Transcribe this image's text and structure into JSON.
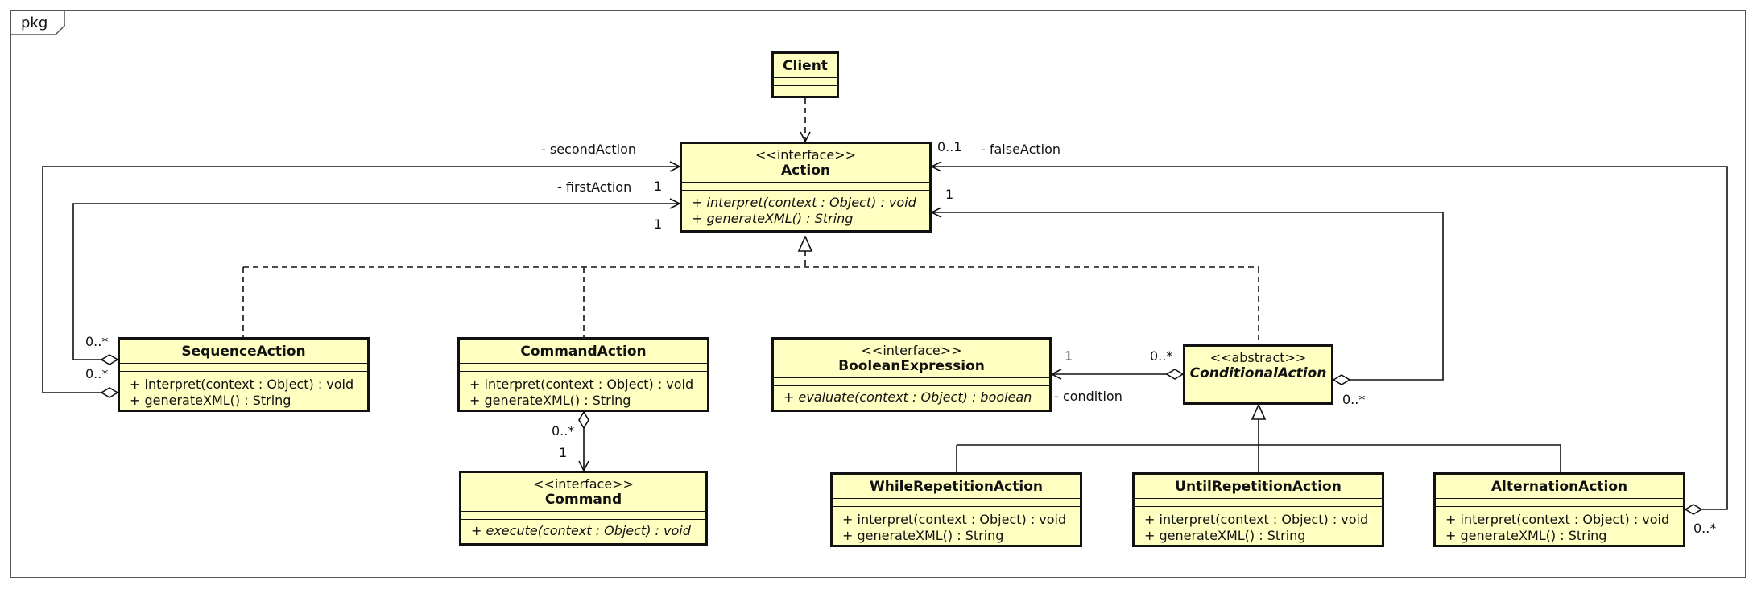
{
  "package": {
    "label": "pkg"
  },
  "classes": {
    "client": {
      "name": "Client"
    },
    "action": {
      "stereotype": "<<interface>>",
      "name": "Action",
      "ops": [
        "+ interpret(context : Object) : void",
        "+ generateXML() : String"
      ]
    },
    "sequence_action": {
      "name": "SequenceAction",
      "ops": [
        "+ interpret(context : Object) : void",
        "+ generateXML() : String"
      ]
    },
    "command_action": {
      "name": "CommandAction",
      "ops": [
        "+ interpret(context : Object) : void",
        "+ generateXML() : String"
      ]
    },
    "boolean_expression": {
      "stereotype": "<<interface>>",
      "name": "BooleanExpression",
      "ops": [
        "+ evaluate(context : Object) : boolean"
      ]
    },
    "conditional_action": {
      "stereotype": "<<abstract>>",
      "name": "ConditionalAction"
    },
    "command": {
      "stereotype": "<<interface>>",
      "name": "Command",
      "ops": [
        "+ execute(context : Object) : void"
      ]
    },
    "while_repetition_action": {
      "name": "WhileRepetitionAction",
      "ops": [
        "+ interpret(context : Object) : void",
        "+ generateXML() : String"
      ]
    },
    "until_repetition_action": {
      "name": "UntilRepetitionAction",
      "ops": [
        "+ interpret(context : Object) : void",
        "+ generateXML() : String"
      ]
    },
    "alternation_action": {
      "name": "AlternationAction",
      "ops": [
        "+ interpret(context : Object) : void",
        "+ generateXML() : String"
      ]
    }
  },
  "labels": {
    "second_action_role": "- secondAction",
    "first_action_role": "- firstAction",
    "false_action_role": "- falseAction",
    "condition_role": "- condition",
    "mult_action_first": "1",
    "mult_action_second": "1",
    "mult_action_false": "0..1",
    "mult_action_conditional": "1",
    "mult_sequence_first": "0..*",
    "mult_sequence_second": "0..*",
    "mult_command_action": "0..*",
    "mult_command": "1",
    "mult_boolean": "1",
    "mult_conditional_condition": "0..*",
    "mult_conditional_self": "0..*",
    "mult_alternation": "0..*"
  }
}
